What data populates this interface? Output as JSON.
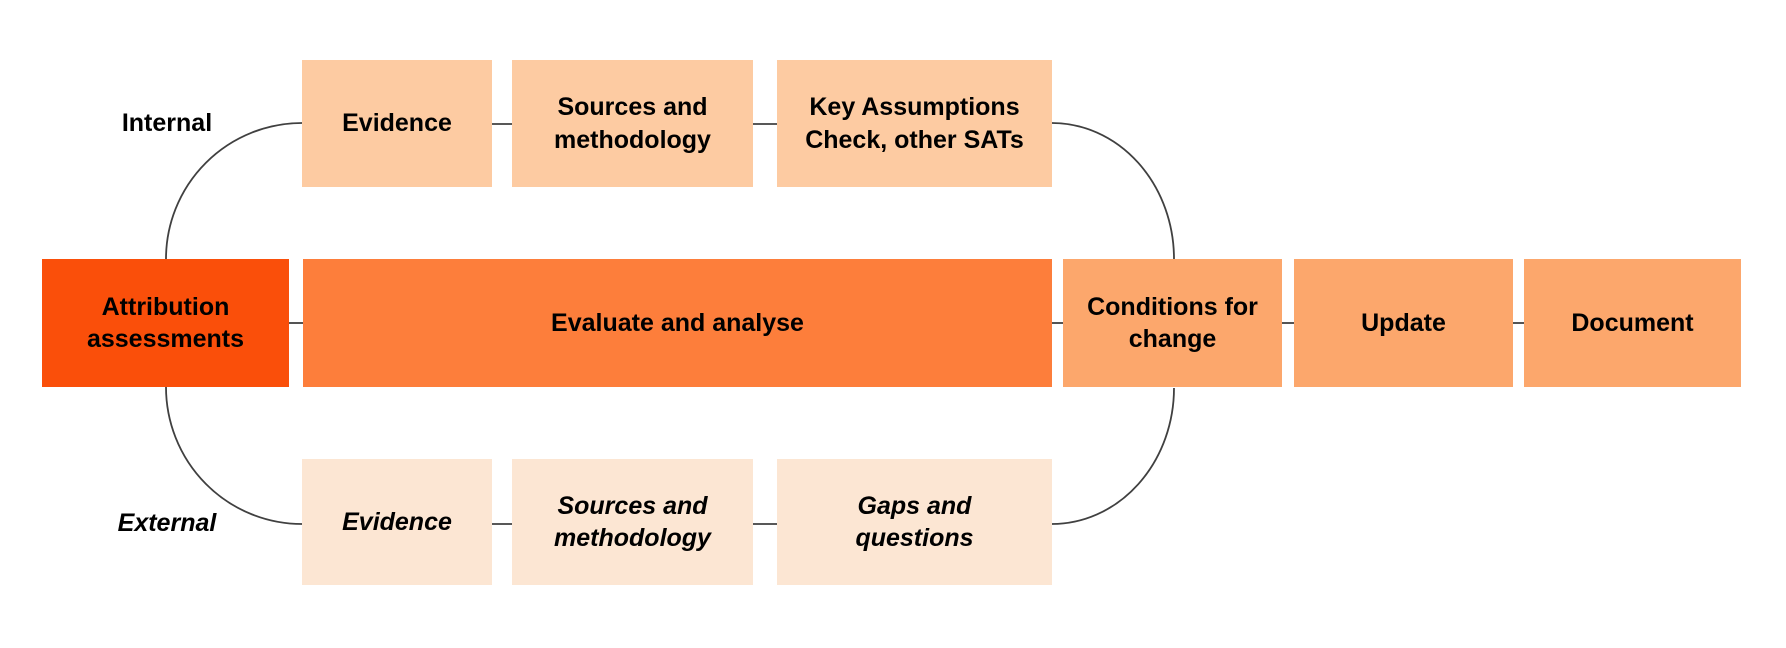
{
  "colors": {
    "background": "#ffffff",
    "attribution": "#FA4F0A",
    "evaluate": "#FD7E3B",
    "stage": "#FCA76C",
    "internal_row": "#FDCBA2",
    "external_row": "#FCE6D3",
    "connector": "#404040",
    "text": "#000000"
  },
  "labels": {
    "internal": "Internal",
    "external": "External"
  },
  "nodes": {
    "attribution": "Attribution\nassessments",
    "evaluate": "Evaluate and analyse",
    "conditions": "Conditions for\nchange",
    "update": "Update",
    "document": "Document",
    "internal_evidence": "Evidence",
    "internal_sources": "Sources and\nmethodology",
    "internal_kac": "Key Assumptions\nCheck, other SATs",
    "external_evidence": "Evidence",
    "external_sources": "Sources and\nmethodology",
    "external_gaps": "Gaps and\nquestions"
  }
}
